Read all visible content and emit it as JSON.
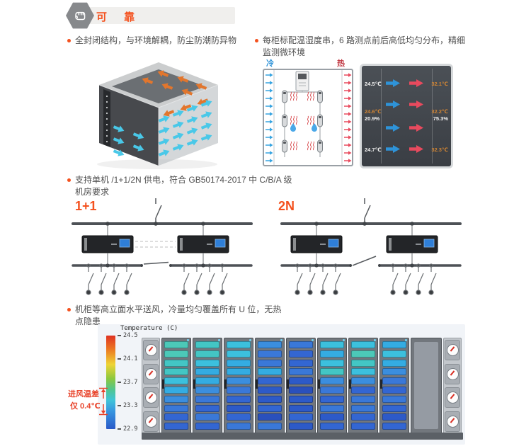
{
  "theme": {
    "accent": "#f4511e",
    "text": "#4f4f4f"
  },
  "header": {
    "title": "可 靠",
    "icon": "fist-icon"
  },
  "bullets": {
    "b1": "全封闭结构，与环境解耦，防尘防潮防异物",
    "b2": "每柜标配温湿度串，6 路测点前后高低均匀分布，精细监测微环境",
    "b3": "支持单机 /1+1/2N 供电，符合 GB50174-2017 中 C/B/A 级机房要求",
    "b4": "机柜等高立面水平送风，冷量均匀覆盖所有 U 位，无热点隐患"
  },
  "airflow_cabinet": {
    "hot_arrow_color": "#e2762d",
    "cold_arrow_color": "#49c8e8"
  },
  "sensor_diagram": {
    "cold_label": "冷",
    "hot_label": "热"
  },
  "monitor_panel": {
    "cold_arrow_color": "#2e93d8",
    "hot_arrow_color": "#e84a5e",
    "top": {
      "left_temp": "24.5℃",
      "right_temp": "32.1℃"
    },
    "middle": {
      "left_temp": "24.6℃",
      "left_humidity": "20.9%",
      "right_temp": "32.2℃",
      "right_humidity": "75.3%"
    },
    "bottom": {
      "left_temp": "24.7℃",
      "right_temp": "32.3℃"
    }
  },
  "power_schemes": {
    "scheme1": "1+1",
    "scheme2": "2N"
  },
  "thermal_map": {
    "legend_title": "Temperature (C)",
    "legend_ticks": [
      "24.5",
      "24.1",
      "23.7",
      "23.3",
      "22.9"
    ],
    "annotation_line1": "进风温差",
    "annotation_line2": "仅 0.4℃",
    "gauges_per_side": 4,
    "rack_bar_colors": [
      [
        "#4cc9b8",
        "#4cc9b8",
        "#43c6c4",
        "#43c6c4",
        "#3cc0dd",
        "#34ace2",
        "#3b8ede",
        "#3a78d8",
        "#3366d2",
        "#3366d2"
      ],
      [
        "#43c6c4",
        "#43c6c4",
        "#3cc0dd",
        "#34ace2",
        "#34ace2",
        "#3b8ede",
        "#3a78d8",
        "#3366d2",
        "#3a78d8",
        "#3366d2"
      ],
      [
        "#3cc0dd",
        "#3cc0dd",
        "#34ace2",
        "#34ace2",
        "#3b8ede",
        "#3a78d8",
        "#3366d2",
        "#2d5ac8",
        "#3366d2",
        "#3a78d8"
      ],
      [
        "#3b8ede",
        "#3a78d8",
        "#3a78d8",
        "#34ace2",
        "#3366d2",
        "#2d5ac8",
        "#2d5ac8",
        "#3366d2",
        "#2a50bc",
        "#3a78d8"
      ],
      [
        "#3a78d8",
        "#3366d2",
        "#3366d2",
        "#3a78d8",
        "#2d5ac8",
        "#2a50bc",
        "#2d5ac8",
        "#2d5ac8",
        "#3366d2",
        "#2d5ac8"
      ],
      [
        "#3cc0dd",
        "#34ace2",
        "#3cc0dd",
        "#43c6c4",
        "#3b8ede",
        "#3a78d8",
        "#3366d2",
        "#3a78d8",
        "#2d5ac8",
        "#3366d2"
      ],
      [
        "#3cc0dd",
        "#4cc9b8",
        "#43c6c4",
        "#3cc0dd",
        "#3b8ede",
        "#3366d2",
        "#3a78d8",
        "#3a78d8",
        "#3366d2",
        "#3366d2"
      ],
      [
        "#34ace2",
        "#3cc0dd",
        "#34ace2",
        "#3b8ede",
        "#3a78d8",
        "#3366d2",
        "#3a78d8",
        "#3366d2",
        "#2d5ac8",
        "#3366d2"
      ]
    ]
  }
}
